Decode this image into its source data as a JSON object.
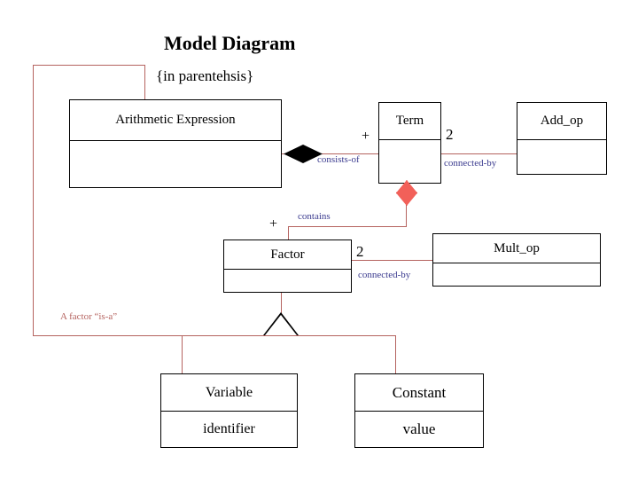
{
  "diagram": {
    "title": "Model Diagram",
    "subtitle": "{in parentehsis}",
    "note": "A factor “is-a”",
    "colors": {
      "connector": "#b5635f",
      "relation_label": "#3b3b8f",
      "composition_diamond": "#000000",
      "aggregation_diamond": "#f26059",
      "note_text": "#b5635f",
      "box_border": "#000000",
      "background": "#ffffff"
    }
  },
  "classes": [
    {
      "id": "arithmetic_expression",
      "name": "Arithmetic Expression",
      "attribute": ""
    },
    {
      "id": "term",
      "name": "Term",
      "attribute": ""
    },
    {
      "id": "add_op",
      "name": "Add_op",
      "attribute": ""
    },
    {
      "id": "factor",
      "name": "Factor",
      "attribute": ""
    },
    {
      "id": "mult_op",
      "name": "Mult_op",
      "attribute": ""
    },
    {
      "id": "variable",
      "name": "Variable",
      "attribute": "identifier"
    },
    {
      "id": "constant",
      "name": "Constant",
      "attribute": "value"
    }
  ],
  "relationships": [
    {
      "id": "consists_of",
      "label": "consists-of",
      "from": "arithmetic_expression",
      "to": "term",
      "source_adornment": "filled-diamond",
      "target_multiplicity": "+"
    },
    {
      "id": "term_connected_by",
      "label": "connected-by",
      "from": "term",
      "to": "add_op",
      "source_adornment": "none",
      "source_multiplicity": "2"
    },
    {
      "id": "contains",
      "label": "contains",
      "from": "term",
      "to": "factor",
      "source_adornment": "red-diamond",
      "target_multiplicity": "+"
    },
    {
      "id": "factor_connected_by",
      "label": "connected-by",
      "from": "factor",
      "to": "mult_op",
      "source_adornment": "none",
      "source_multiplicity": "2"
    },
    {
      "id": "factor_generalization",
      "label": "",
      "from": "factor",
      "to": "variable,constant",
      "source_adornment": "hollow-triangle"
    }
  ]
}
